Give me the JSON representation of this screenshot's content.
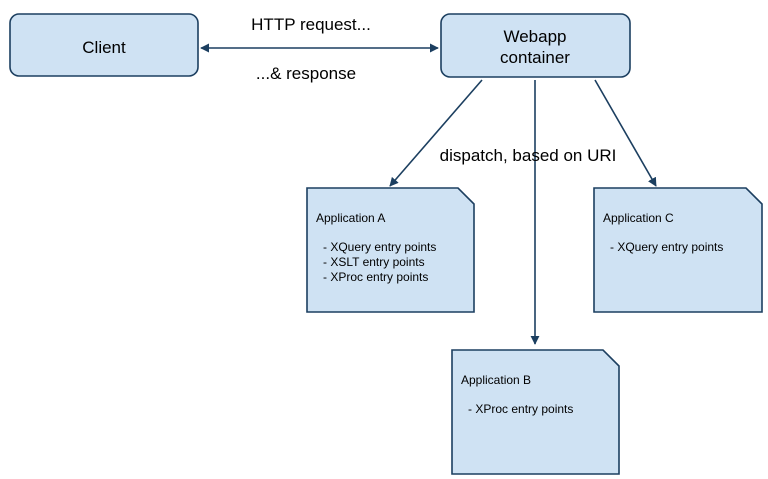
{
  "colors": {
    "box_fill": "#cfe2f3",
    "stroke": "#1c3f60",
    "text": "#000000"
  },
  "nodes": {
    "client": {
      "label": "Client"
    },
    "webapp": {
      "line1": "Webapp",
      "line2": "container"
    },
    "app_a": {
      "title": "Application A",
      "items": [
        "- XQuery entry points",
        "- XSLT entry points",
        "- XProc entry points"
      ]
    },
    "app_b": {
      "title": "Application B",
      "items": [
        "- XProc entry points"
      ]
    },
    "app_c": {
      "title": "Application C",
      "items": [
        "- XQuery entry points"
      ]
    }
  },
  "edges": {
    "request_label": "HTTP request...",
    "response_label": "...& response",
    "dispatch_label": "dispatch, based on URI"
  }
}
